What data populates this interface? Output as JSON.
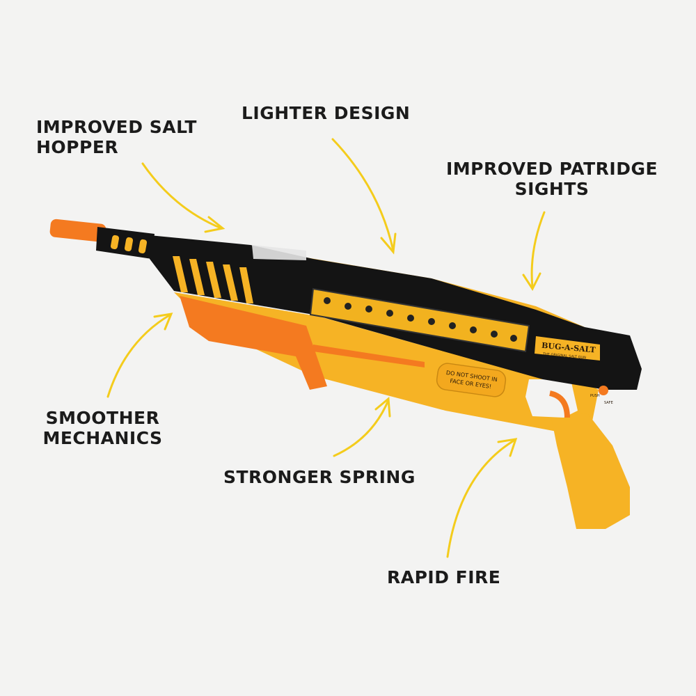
{
  "labels": {
    "salt_hopper": [
      "IMPROVED SALT",
      "HOPPER"
    ],
    "lighter_design": [
      "LIGHTER DESIGN"
    ],
    "sights": [
      "IMPROVED PATRIDGE",
      "SIGHTS"
    ],
    "smoother": [
      "SMOOTHER",
      "MECHANICS"
    ],
    "spring": [
      "STRONGER SPRING"
    ],
    "rapid_fire": [
      "RAPID FIRE"
    ]
  },
  "product": {
    "brand": "BUG-A-SALT",
    "tagline": "THE ORIGINAL SALT GUN",
    "warning": [
      "DO NOT SHOOT IN",
      "FACE OR EYES!"
    ],
    "safety_push": "PUSH",
    "safety_safe": "SAFE"
  },
  "colors": {
    "background": "#f3f3f2",
    "arrow": "#f4cc1c",
    "body_yellow": "#f6b325",
    "accent_orange": "#f47a20",
    "black": "#141414"
  }
}
